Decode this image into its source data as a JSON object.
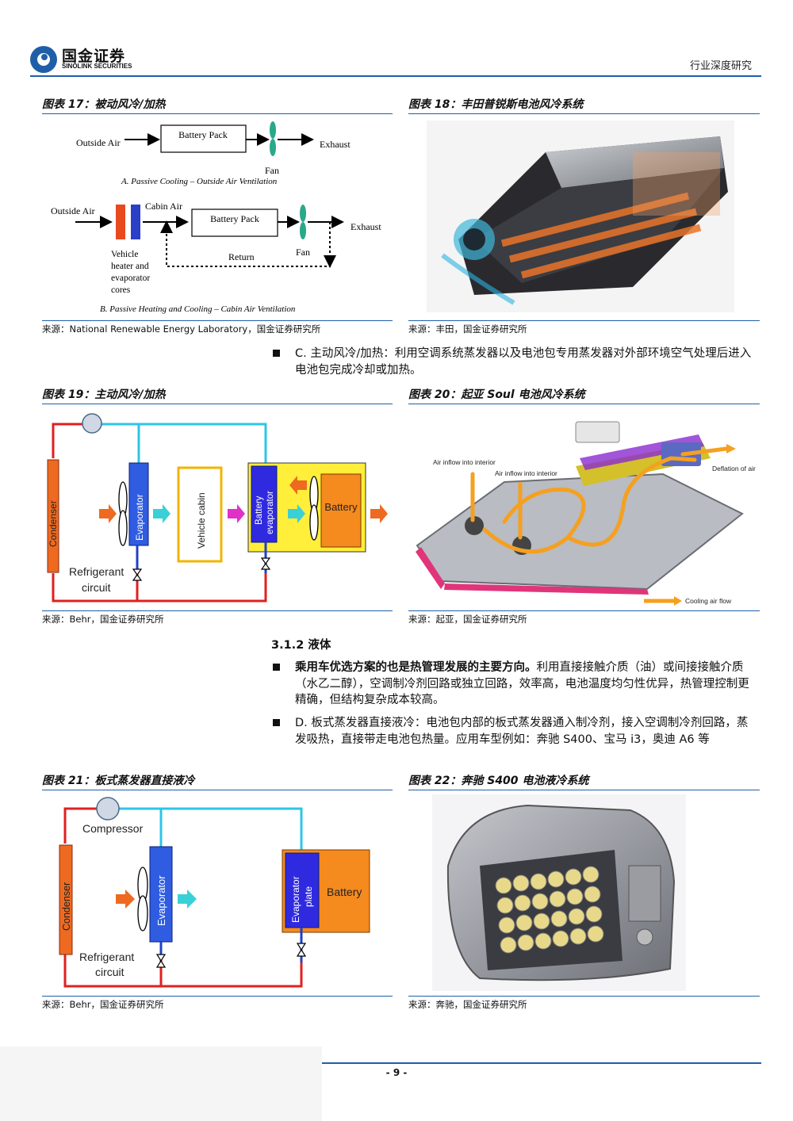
{
  "header": {
    "logo_cn": "国金证券",
    "logo_en": "SINOLINK SECURITIES",
    "report_type": "行业深度研究"
  },
  "fig17": {
    "title": "图表 17：被动风冷/加热",
    "source": "来源：National Renewable Energy Laboratory，国金证券研究所",
    "a_outside_air": "Outside Air",
    "a_battery_pack": "Battery Pack",
    "a_exhaust": "Exhaust",
    "a_fan": "Fan",
    "a_caption": "A.   Passive Cooling – Outside Air Ventilation",
    "b_outside_air": "Outside Air",
    "b_cabin_air": "Cabin Air",
    "b_battery_pack": "Battery Pack",
    "b_exhaust": "Exhaust",
    "b_fan": "Fan",
    "b_return": "Return",
    "b_vehicle_1": "Vehicle",
    "b_vehicle_2": "heater and",
    "b_vehicle_3": "evaporator",
    "b_vehicle_4": "cores",
    "b_caption": "B.   Passive Heating and Cooling – Cabin Air Ventilation"
  },
  "fig18": {
    "title": "图表 18：丰田普锐斯电池风冷系统",
    "source": "来源：丰田，国金证券研究所"
  },
  "bullet_c": "C. 主动风冷/加热：利用空调系统蒸发器以及电池包专用蒸发器对外部环境空气处理后进入电池包完成冷却或加热。",
  "fig19": {
    "title": "图表 19：主动风冷/加热",
    "source": "来源：Behr，国金证券研究所",
    "condenser": "Condenser",
    "evaporator": "Evaporator",
    "vehicle_cabin": "Vehicle cabin",
    "battery_evap_1": "Battery",
    "battery_evap_2": "evaporator",
    "battery": "Battery",
    "refrigerant_1": "Refrigerant",
    "refrigerant_2": "circuit"
  },
  "fig20": {
    "title": "图表 20：起亚 Soul 电池风冷系统",
    "source": "来源：起亚，国金证券研究所",
    "label_inflow_1": "Air inflow into interior",
    "label_inflow_2": "Air inflow into interior",
    "label_deflation": "Deflation of air",
    "label_cooling": "Cooling air flow"
  },
  "section": "3.1.2 液体",
  "bullet_1_bold": "乘用车优选方案的也是热管理发展的主要方向。",
  "bullet_1_rest": "利用直接接触介质（油）或间接接触介质（水乙二醇），空调制冷剂回路或独立回路，效率高，电池温度均匀性优异，热管理控制更精确，但结构复杂成本较高。",
  "bullet_d": "D. 板式蒸发器直接液冷：电池包内部的板式蒸发器通入制冷剂，接入空调制冷剂回路，蒸发吸热，直接带走电池包热量。应用车型例如：奔驰 S400、宝马 i3，奥迪 A6 等",
  "fig21": {
    "title": "图表 21：板式蒸发器直接液冷",
    "source": "来源：Behr，国金证券研究所",
    "compressor": "Compressor",
    "condenser": "Condenser",
    "evaporator": "Evaporator",
    "evap_plate_1": "Evaporator",
    "evap_plate_2": "plate",
    "battery": "Battery",
    "refrigerant_1": "Refrigerant",
    "refrigerant_2": "circuit"
  },
  "fig22": {
    "title": "图表 22：奔驰 S400 电池液冷系统",
    "source": "来源：奔驰，国金证券研究所"
  },
  "footer": {
    "page": "- 9 -"
  }
}
